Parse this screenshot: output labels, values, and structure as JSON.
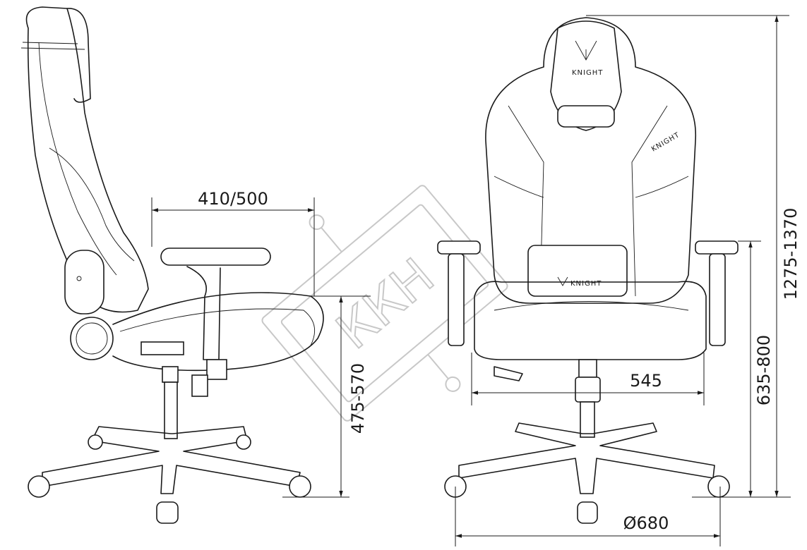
{
  "dimensions": {
    "seat_depth": "410/500",
    "seat_height": "475-570",
    "seat_width": "545",
    "armrest_height": "635-800",
    "total_height": "1275-1370",
    "base_diameter": "Ø680"
  },
  "branding": {
    "headrest_logo": "KNIGHT",
    "side_logo": "KNIGHT",
    "cushion_logo": "KNIGHT",
    "watermark": "ККН"
  }
}
